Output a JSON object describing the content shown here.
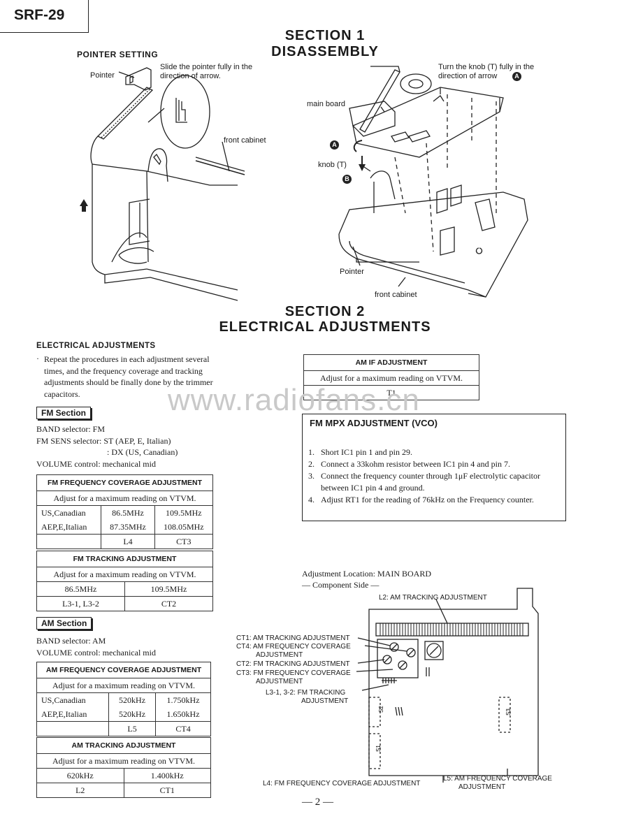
{
  "model": "SRF-29",
  "section1": {
    "number": "SECTION 1",
    "title": "DISASSEMBLY"
  },
  "pointer_setting": {
    "title": "POINTER SETTING",
    "pointer_label": "Pointer",
    "instruction_line1": "Slide the pointer fully in the",
    "instruction_line2": "direction of arrow.",
    "front_cabinet_label": "front cabinet"
  },
  "disassembly_fig": {
    "instruction_line1": "Turn the knob (T) fully in the",
    "instruction_line2": "direction of arrow",
    "marker_a": "A",
    "marker_b": "B",
    "main_board_label": "main board",
    "knob_label": "knob (T)",
    "pointer_label": "Pointer",
    "front_cabinet_label": "front cabinet"
  },
  "section2": {
    "number": "SECTION 2",
    "title": "ELECTRICAL ADJUSTMENTS"
  },
  "electrical": {
    "heading": "ELECTRICAL ADJUSTMENTS",
    "bullet": "·",
    "note_lines": [
      "Repeat the procedures in each adjustment several",
      "times, and the frequency coverage and tracking",
      "adjustments should be finally done by the trimmer",
      "capacitors."
    ]
  },
  "fm_section": {
    "label": "FM Section",
    "settings": [
      "BAND selector: FM",
      "FM SENS selector: ST (AEP, E, Italian)",
      ": DX (US, Canadian)",
      "VOLUME control: mechanical mid"
    ]
  },
  "fm_freq_table": {
    "title": "FM FREQUENCY COVERAGE ADJUSTMENT",
    "instruction": "Adjust for a maximum reading on VTVM.",
    "rows": [
      [
        "US,Canadian",
        "86.5MHz",
        "109.5MHz"
      ],
      [
        "AEP,E,Italian",
        "87.35MHz",
        "108.05MHz"
      ]
    ],
    "parts": [
      "",
      "L4",
      "CT3"
    ]
  },
  "fm_track_table": {
    "title": "FM TRACKING ADJUSTMENT",
    "instruction": "Adjust for a maximum reading on VTVM.",
    "freqs": [
      "86.5MHz",
      "109.5MHz"
    ],
    "parts": [
      "L3-1, L3-2",
      "CT2"
    ]
  },
  "am_section": {
    "label": "AM Section",
    "settings": [
      "BAND selector: AM",
      "VOLUME control: mechanical mid"
    ]
  },
  "am_freq_table": {
    "title": "AM FREQUENCY COVERAGE ADJUSTMENT",
    "instruction": "Adjust for a maximum reading on VTVM.",
    "rows": [
      [
        "US,Canadian",
        "520kHz",
        "1.750kHz"
      ],
      [
        "AEP,E,Italian",
        "520kHz",
        "1.650kHz"
      ]
    ],
    "parts": [
      "",
      "L5",
      "CT4"
    ]
  },
  "am_track_table": {
    "title": "AM TRACKING ADJUSTMENT",
    "instruction": "Adjust for a maximum reading on VTVM.",
    "freqs": [
      "620kHz",
      "1.400kHz"
    ],
    "parts": [
      "L2",
      "CT1"
    ]
  },
  "am_if_table": {
    "title": "AM IF ADJUSTMENT",
    "instruction": "Adjust for a maximum reading on VTVM.",
    "part": "T1"
  },
  "fm_mpx": {
    "title": "FM MPX ADJUSTMENT (VCO)",
    "steps": [
      {
        "num": "1.",
        "text": "Short IC1 pin 1 and pin 29."
      },
      {
        "num": "2.",
        "text": "Connect a 33kohm resistor between IC1 pin 4 and pin 7."
      },
      {
        "num": "3.",
        "text": "Connect the frequency counter through 1μF electrolytic capacitor between IC1 pin 4 and ground."
      },
      {
        "num": "4.",
        "text": "Adjust RT1 for the reading of 76kHz on the Frequency counter."
      }
    ]
  },
  "adjustment_location": {
    "title": "Adjustment Location: MAIN BOARD",
    "subtitle": "— Component Side —",
    "labels": {
      "l2": "L2: AM TRACKING ADJUSTMENT",
      "ct1": "CT1: AM TRACKING ADJUSTMENT",
      "ct4_1": "CT4: AM FREQUENCY COVERAGE",
      "ct4_2": "ADJUSTMENT",
      "ct2": "CT2: FM TRACKING ADJUSTMENT",
      "ct3_1": "CT3: FM FREQUENCY COVERAGE",
      "ct3_2": "ADJUSTMENT",
      "l3_1": "L3-1, 3-2: FM TRACKING",
      "l3_2": "ADJUSTMENT",
      "l4": "L4: FM FREQUENCY COVERAGE ADJUSTMENT",
      "l5_1": "L5: AM FREQUENCY COVERAGE",
      "l5_2": "ADJUSTMENT",
      "s1": "S1",
      "s2": "S2",
      "s3": "S3"
    }
  },
  "watermark": "www.radiofans.cn",
  "page_number": "— 2 —"
}
